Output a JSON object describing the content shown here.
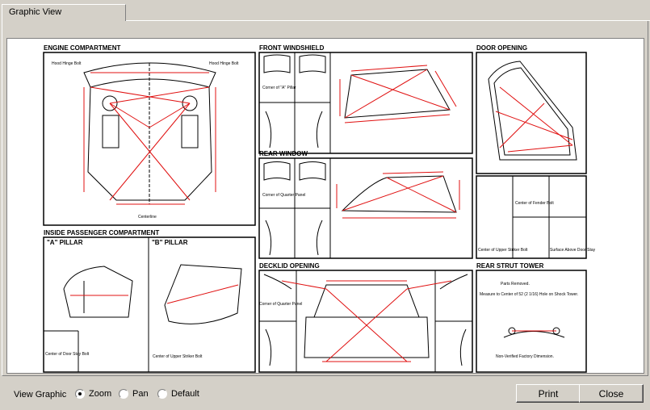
{
  "tab": {
    "label": "Graphic View"
  },
  "sections": {
    "engine": "ENGINE COMPARTMENT",
    "windshield": "FRONT WINDSHIELD",
    "door": "DOOR OPENING",
    "rear_window": "REAR WINDOW",
    "passenger": "INSIDE PASSENGER COMPARTMENT",
    "a_pillar": "\"A\" PILLAR",
    "b_pillar": "\"B\" PILLAR",
    "decklid": "DECKLID OPENING",
    "strut": "REAR STRUT TOWER"
  },
  "labels": {
    "hood_hinge_left": "Hood Hinge Bolt",
    "hood_hinge_right": "Hood Hinge Bolt",
    "centerline": "Centerline",
    "corner_a_pillar": "Corner of \"A\" Pillar",
    "corner_quarter_panel": "Corner of Quarter Panel",
    "center_fender_bolt": "Center of Fender Bolt",
    "surface_door_stay": "Surface Above Door Stay",
    "center_upper_striker": "Center of Upper Striker Bolt",
    "center_door_stay_bolt": "Center of Door Stay Bolt",
    "parts_removed": "Parts Removed.",
    "measure_to_center": "Measure to Center of 52 (2 1/16) Hole on Shock Tower.",
    "non_verified": "Non-Verified Factory Dimension."
  },
  "view_graphic": {
    "label": "View Graphic",
    "options": [
      "Zoom",
      "Pan",
      "Default"
    ],
    "selected": "Zoom"
  },
  "buttons": {
    "print": "Print",
    "close": "Close"
  },
  "colors": {
    "window_bg": "#d4d0c8",
    "dimension_red": "#e01010"
  }
}
